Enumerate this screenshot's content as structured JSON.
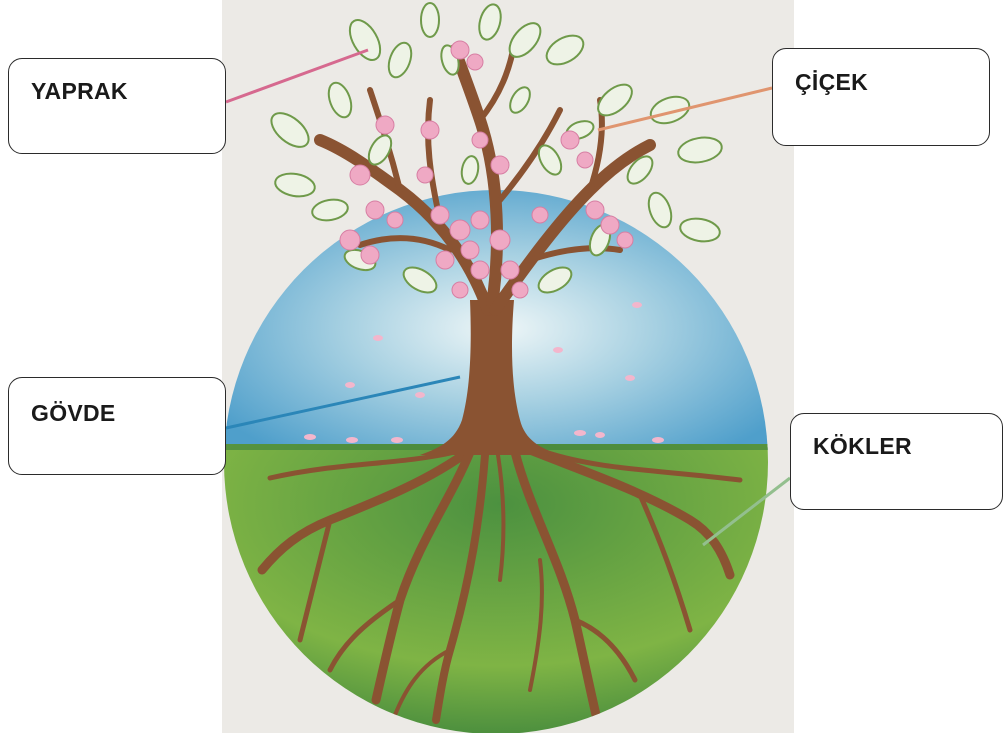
{
  "labels": {
    "leaf": "YAPRAK",
    "flower": "ÇİÇEK",
    "trunk": "GÖVDE",
    "roots": "KÖKLER"
  },
  "colors": {
    "sky_top": "#5aa7cf",
    "sky_glow": "#e9f3f6",
    "ground": "#3f8a3c",
    "ground_light": "#8cbf45",
    "trunk": "#8a5332",
    "leaf_line": "#6f9a4a",
    "blossom": "#efa9c4",
    "line_leaf": "#d6698f",
    "line_flower": "#e0956f",
    "line_trunk": "#2b86b8",
    "line_roots": "#93bf8e"
  }
}
